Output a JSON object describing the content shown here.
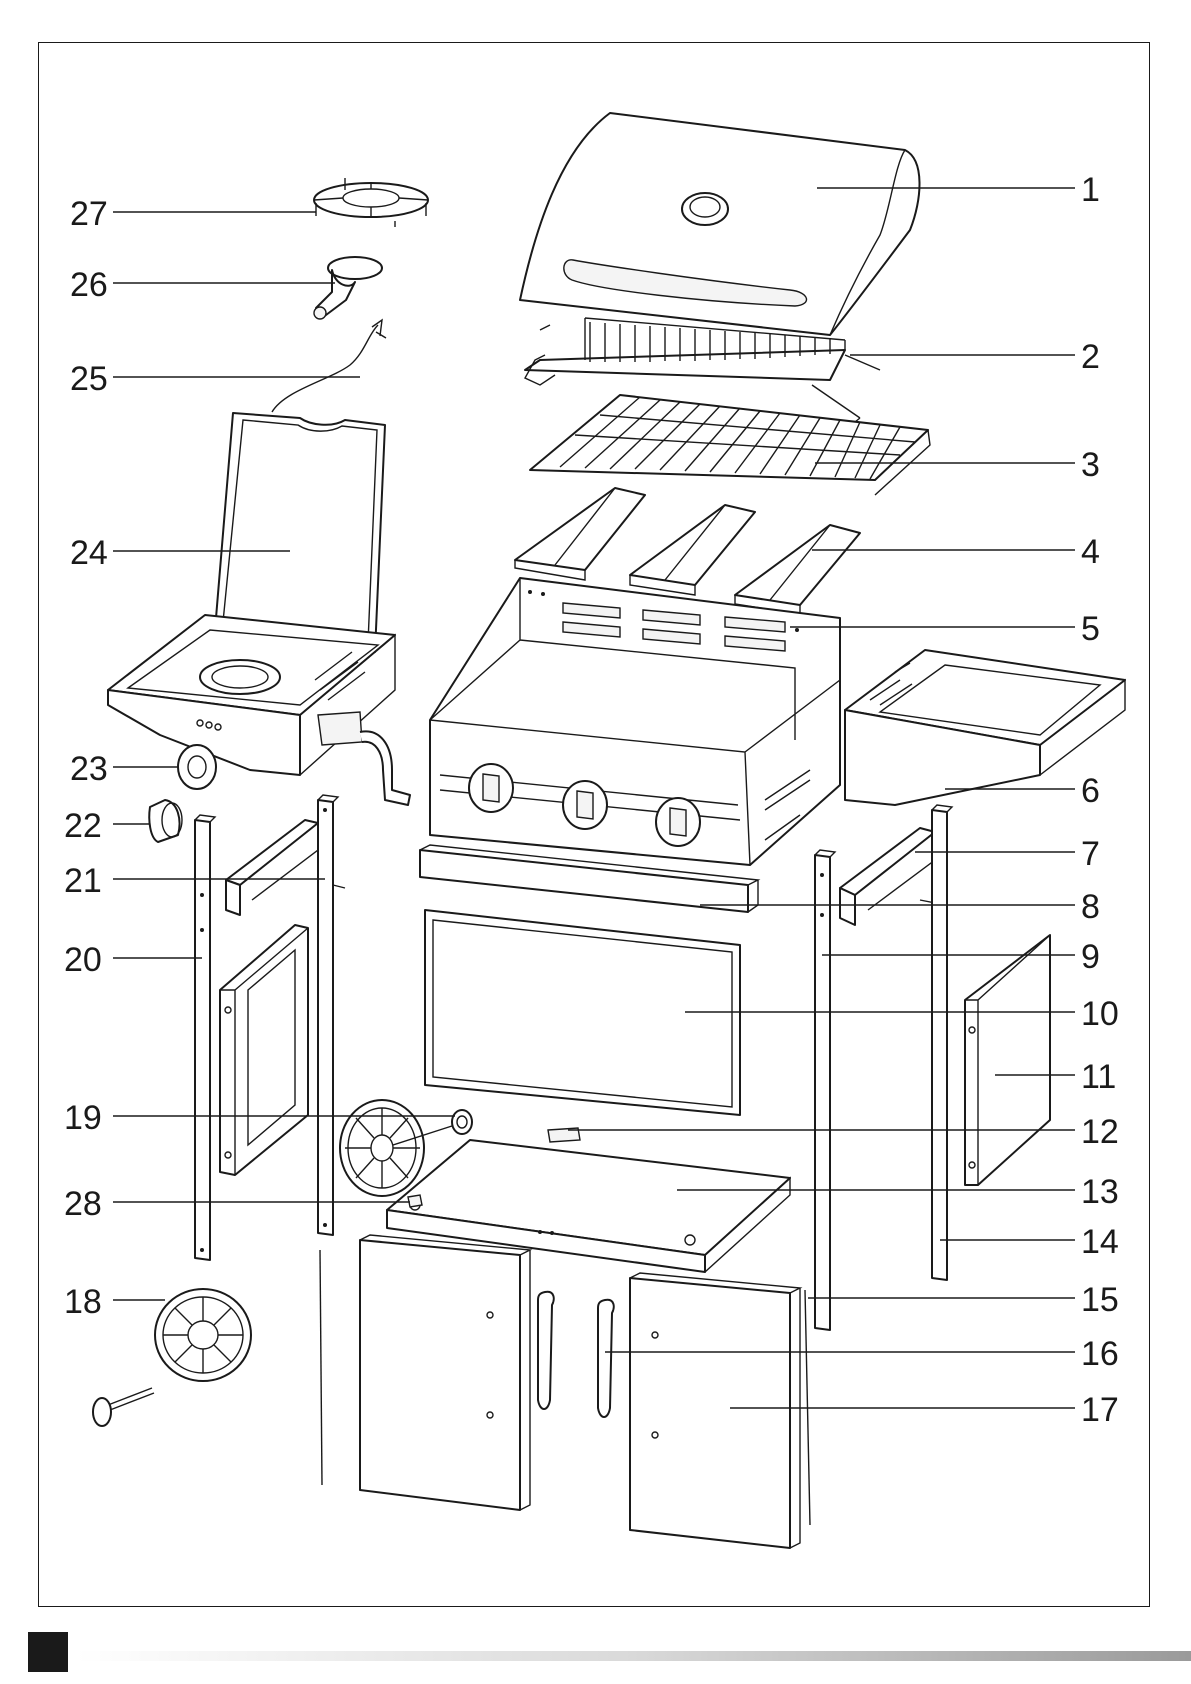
{
  "callouts": {
    "c1": "1",
    "c2": "2",
    "c3": "3",
    "c4": "4",
    "c5": "5",
    "c6": "6",
    "c7": "7",
    "c8": "8",
    "c9": "9",
    "c10": "10",
    "c11": "11",
    "c12": "12",
    "c13": "13",
    "c14": "14",
    "c15": "15",
    "c16": "16",
    "c17": "17",
    "c18": "18",
    "c19": "19",
    "c20": "20",
    "c21": "21",
    "c22": "22",
    "c23": "23",
    "c24": "24",
    "c25": "25",
    "c26": "26",
    "c27": "27",
    "c28": "28"
  },
  "colors": {
    "ink": "#1a1a1a",
    "paper": "#ffffff",
    "footer_block": "#1a1a1a"
  }
}
